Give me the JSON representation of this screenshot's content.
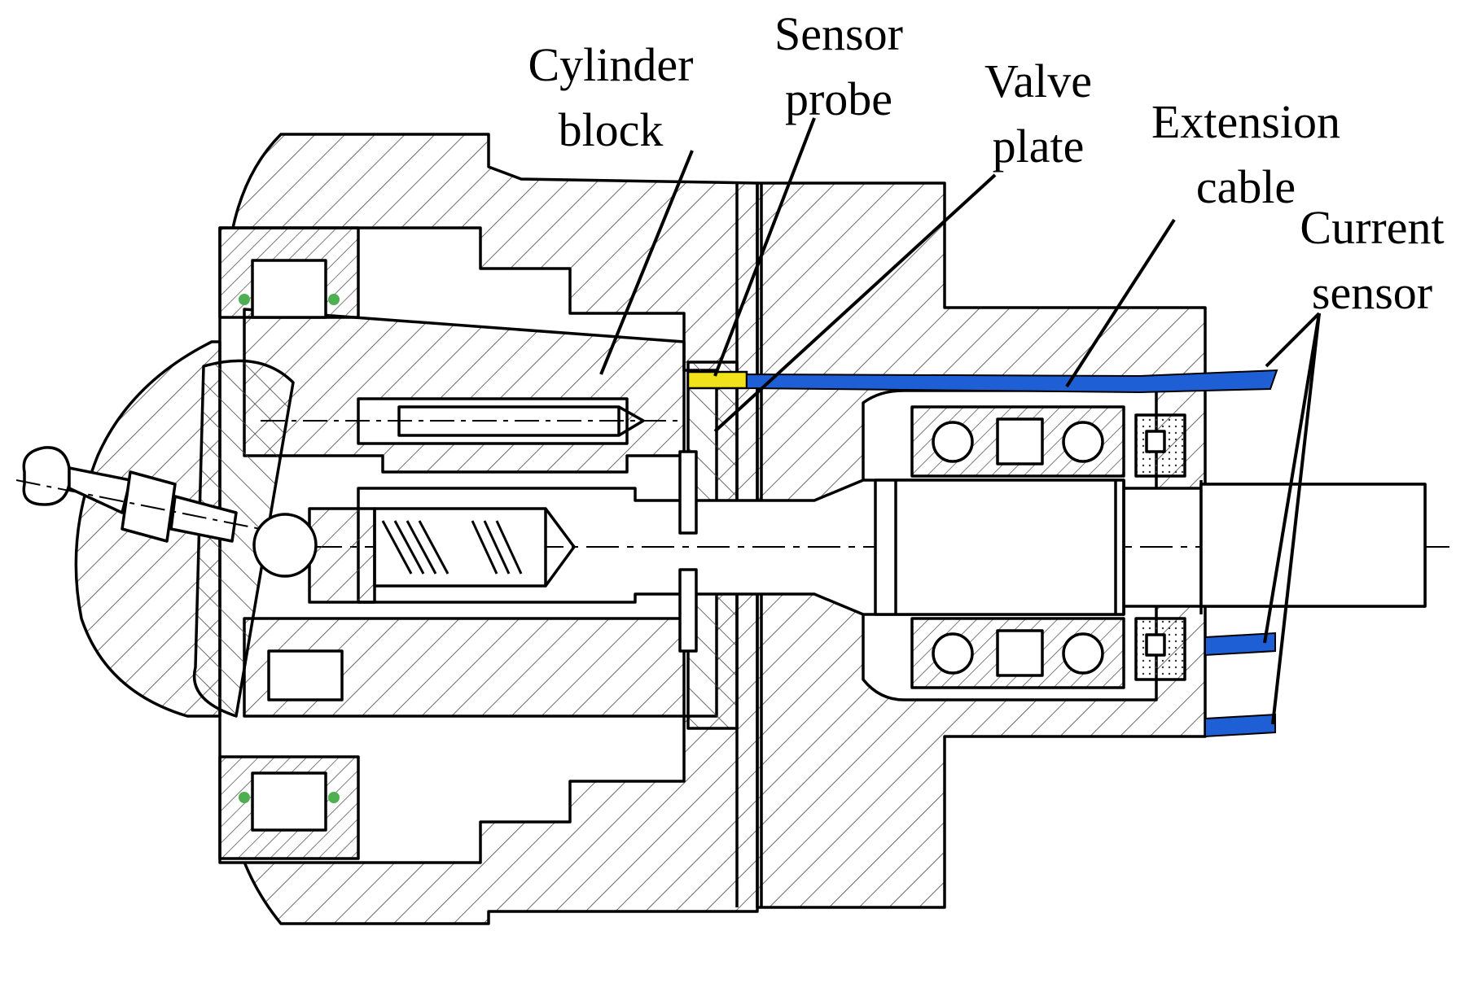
{
  "labels": {
    "cylinder_block": {
      "line1": "Cylinder",
      "line2": "block"
    },
    "sensor_probe": {
      "line1": "Sensor",
      "line2": "probe"
    },
    "valve_plate": {
      "line1": "Valve",
      "line2": "plate"
    },
    "extension_cable": {
      "line1": "Extension",
      "line2": "cable"
    },
    "current_sensor": {
      "line1": "Current",
      "line2": "sensor"
    }
  },
  "colors": {
    "line": "#000000",
    "hatch": "#555555",
    "cable": "#1f5fd6",
    "probe": "#f2e21a",
    "seal": "#4caf50"
  }
}
